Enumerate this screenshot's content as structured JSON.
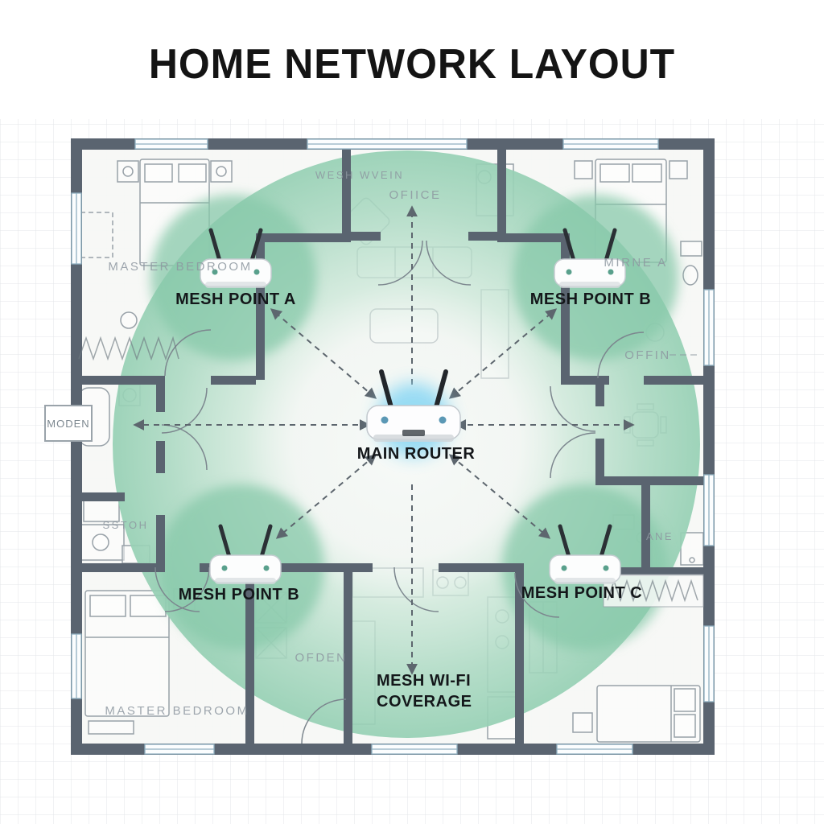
{
  "title": "HOME NETWORK LAYOUT",
  "colors": {
    "coverage_outer": "#96d0b4",
    "coverage_mid": "#cde8d9",
    "mesh_zone": "#87c8a9",
    "router_glow": "#8ed8f3",
    "wall": "#5a6470",
    "arrow": "#5d666e",
    "window_frame": "#8fb0c0",
    "label_dark": "#14171a",
    "label_room": "#8d97a0"
  },
  "devices": {
    "main_router": {
      "label": "MAIN ROUTER"
    },
    "mesh_point_a": {
      "label": "MESH POINT A"
    },
    "mesh_point_b_upper": {
      "label": "MESH POINT B"
    },
    "mesh_point_b_lower": {
      "label": "MESH POINT B"
    },
    "mesh_point_c": {
      "label": "MESH POINT C"
    },
    "modem": {
      "label": "MODEN"
    }
  },
  "rooms": {
    "master_bedroom_upper": "MASTER BEDROOM",
    "living_area": "WESH WVEIN",
    "office_upper": "OFIICE",
    "bedroom_a": "MIRNE A",
    "office_right": "OFFIN",
    "bath_left": "SSTOH",
    "kitchen": "OFDEN",
    "bath_right": "ANE",
    "master_bedroom_lower": "MASTER BEDROOM"
  },
  "annotations": {
    "coverage_line1": "MESH WI-FI",
    "coverage_line2": "COVERAGE"
  }
}
